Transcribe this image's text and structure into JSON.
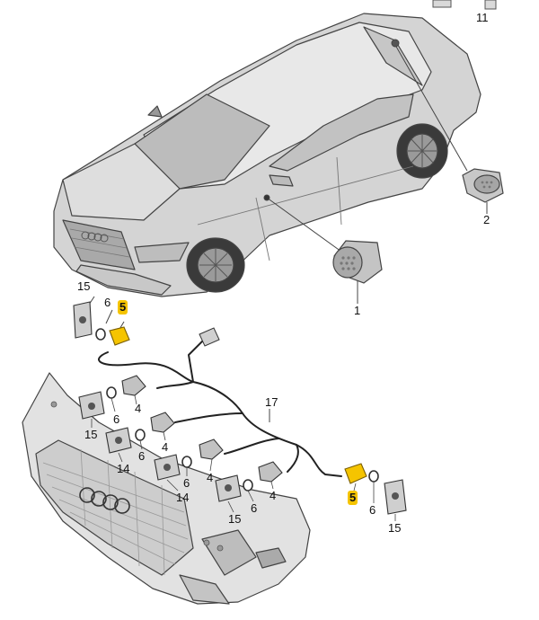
{
  "labels": {
    "n11": "11",
    "n2": "2",
    "n1": "1",
    "n15a": "15",
    "n6a": "6",
    "n5a": "5",
    "n17": "17",
    "n6b": "6",
    "n4a": "4",
    "n15b": "15",
    "n4b": "4",
    "n14a": "14",
    "n6c": "6",
    "n4c": "4",
    "n6d": "6",
    "n14b": "14",
    "n4d": "4",
    "n6e": "6",
    "n15c": "15",
    "n5b": "5",
    "n6f": "6",
    "n15d": "15"
  },
  "colors": {
    "highlight": "#f5c400",
    "line": "#333333",
    "sensor": "#bfbfbf"
  }
}
